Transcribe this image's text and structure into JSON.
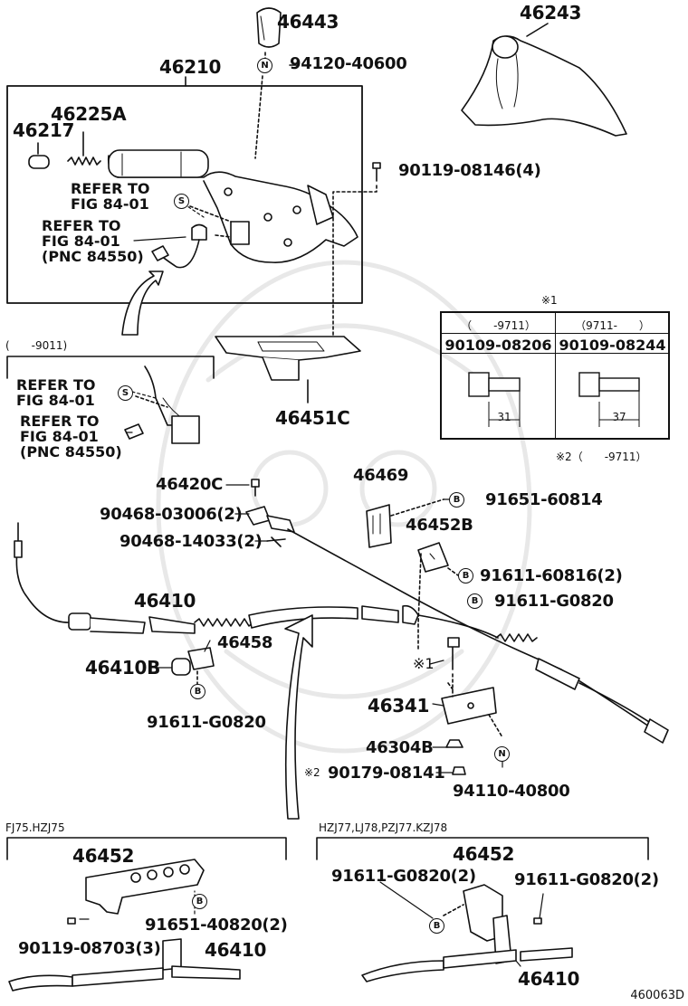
{
  "parts": {
    "p46443": "46443",
    "p94120_40600": "94120-40600",
    "p46243": "46243",
    "p46210": "46210",
    "p46225A": "46225A",
    "p46217": "46217",
    "p90119_08146": "90119-08146(4)",
    "p46451C": "46451C",
    "p46420C": "46420C",
    "p90468_03006": "90468-03006(2)",
    "p90468_14033": "90468-14033(2)",
    "p46469": "46469",
    "p91651_60814": "91651-60814",
    "p46452B": "46452B",
    "p91611_60816": "91611-60816(2)",
    "p91611_G0820a": "91611-G0820",
    "p46410a": "46410",
    "p46458": "46458",
    "p46410B": "46410B",
    "p91611_G0820b": "91611-G0820",
    "p46341": "46341",
    "p46304B": "46304B",
    "p90179_08141": "90179-08141",
    "p94110_40800": "94110-40800",
    "p46452a": "46452",
    "p90119_08703": "90119-08703(3)",
    "p91651_40820": "91651-40820(2)",
    "p46410b": "46410",
    "p46452b": "46452",
    "p91611_G0820c": "91611-G0820(2)",
    "p91611_G0820d": "91611-G0820(2)",
    "p46410c": "46410"
  },
  "refs": {
    "ref1_l1": "REFER TO",
    "ref1_l2": "FIG 84-01",
    "ref2_l1": "REFER TO",
    "ref2_l2": "FIG 84-01",
    "ref2_l3": "(PNC 84550)",
    "ref3_l1": "REFER TO",
    "ref3_l2": "FIG 84-01",
    "ref4_l1": "REFER TO",
    "ref4_l2": "FIG 84-01",
    "ref4_l3": "(PNC 84550)"
  },
  "notes": {
    "inset_range": "(　　-9011)",
    "mark1_top": "※1",
    "mark1_bolt": "※1",
    "mark2_nut": "※2",
    "mark2_range": "※2（　　-9711）",
    "fj75": "FJ75.HZJ75",
    "hzj77": "HZJ77,LJ78,PZJ77.KZJ78",
    "fig_code": "460063D"
  },
  "symbols": {
    "n": "N",
    "s": "S",
    "b": "B"
  },
  "table": {
    "h1": "（　　-9711）",
    "h2": "（9711-　　）",
    "pn1": "90109-08206",
    "pn2": "90109-08244",
    "len1": "31",
    "len2": "37"
  }
}
